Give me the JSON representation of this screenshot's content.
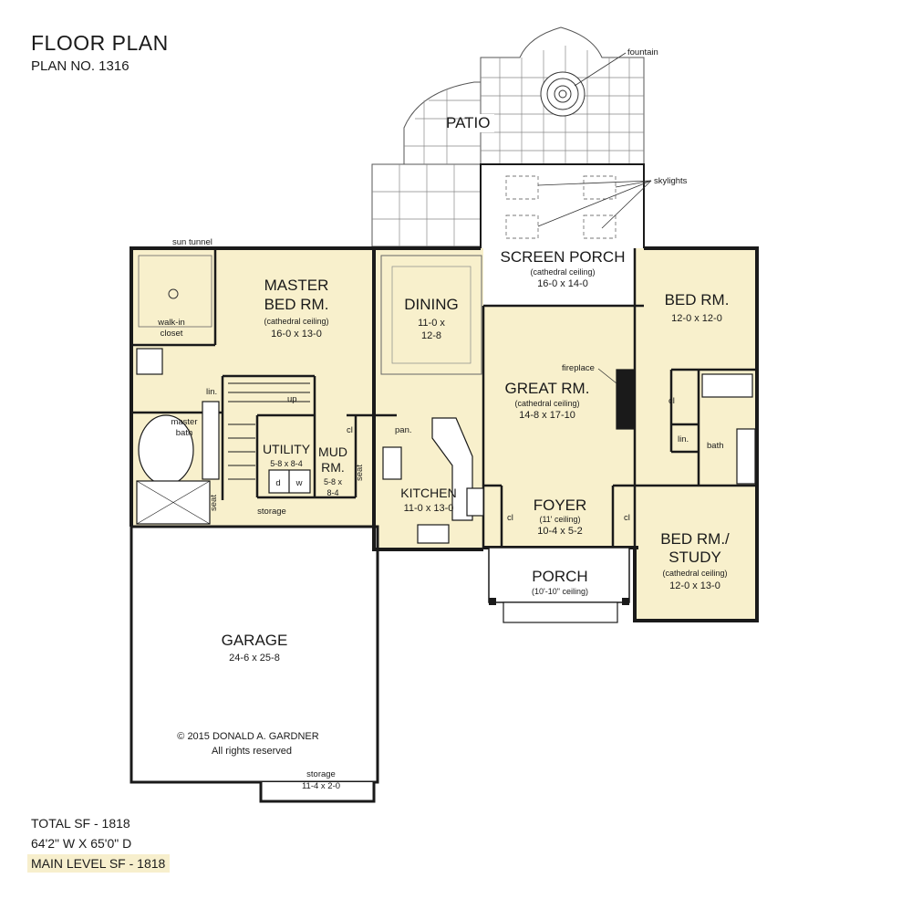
{
  "header": {
    "title": "FLOOR PLAN",
    "plan_number": "PLAN NO. 1316"
  },
  "stats": {
    "total_sf": "TOTAL SF - 1818",
    "dimensions": "64'2\" W X 65'0\" D",
    "main_level": "MAIN LEVEL SF - 1818"
  },
  "copyright": {
    "line1": "© 2015 DONALD A. GARDNER",
    "line2": "All rights reserved"
  },
  "colors": {
    "room_fill": "#f8f0cc",
    "wall": "#1a1a1a",
    "highlight": "#f7efcd"
  },
  "rooms": {
    "patio": {
      "name": "PATIO"
    },
    "screen_porch": {
      "name": "SCREEN PORCH",
      "note": "(cathedral ceiling)",
      "dims": "16-0 x 14-0"
    },
    "master": {
      "name1": "MASTER",
      "name2": "BED RM.",
      "note": "(cathedral ceiling)",
      "dims": "16-0 x 13-0"
    },
    "dining": {
      "name": "DINING",
      "dims1": "11-0 x",
      "dims2": "12-8"
    },
    "great": {
      "name": "GREAT RM.",
      "note": "(cathedral ceiling)",
      "dims": "14-8 x 17-10"
    },
    "bed1": {
      "name": "BED RM.",
      "dims": "12-0 x 12-0"
    },
    "bed_study": {
      "name1": "BED RM./",
      "name2": "STUDY",
      "note": "(cathedral ceiling)",
      "dims": "12-0 x 13-0"
    },
    "utility": {
      "name": "UTILITY",
      "dims": "5-8 x 8-4"
    },
    "mud": {
      "name1": "MUD",
      "name2": "RM.",
      "dims1": "5-8 x",
      "dims2": "8-4"
    },
    "kitchen": {
      "name": "KITCHEN",
      "dims": "11-0 x 13-0"
    },
    "foyer": {
      "name": "FOYER",
      "note": "(11' ceiling)",
      "dims": "10-4 x 5-2"
    },
    "porch": {
      "name": "PORCH",
      "note": "(10'-10\" ceiling)"
    },
    "garage": {
      "name": "GARAGE",
      "dims": "24-6 x 25-8"
    },
    "garage_storage": {
      "name": "storage",
      "dims": "11-4 x 2-0"
    }
  },
  "labels": {
    "fountain": "fountain",
    "skylights": "skylights",
    "sun_tunnel": "sun tunnel",
    "walkin_closet1": "walk-in",
    "walkin_closet2": "closet",
    "master_bath1": "master",
    "master_bath2": "bath",
    "lin": "lin.",
    "up": "up",
    "cl": "cl",
    "pan": "pan.",
    "seat": "seat",
    "storage": "storage",
    "d": "d",
    "w": "w",
    "fireplace": "fireplace",
    "bath": "bath"
  }
}
